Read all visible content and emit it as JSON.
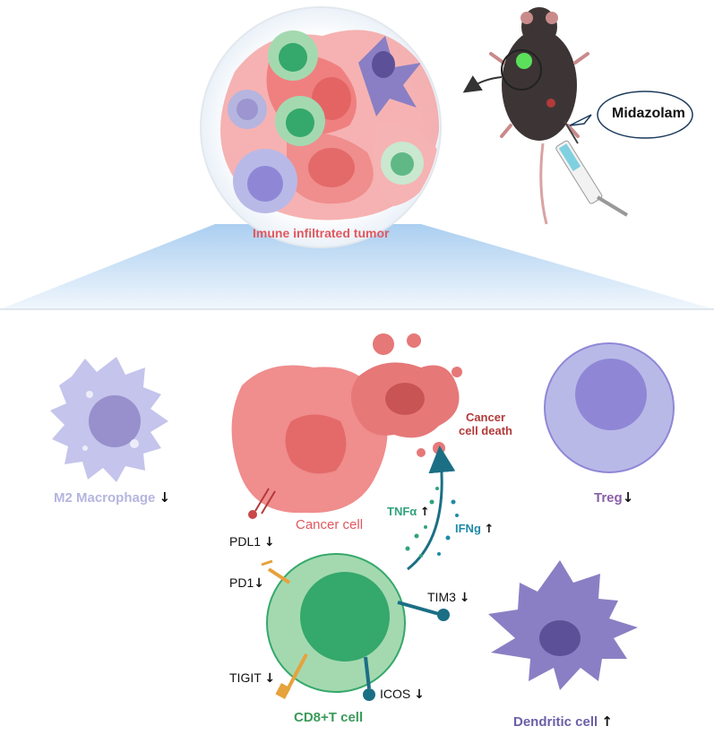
{
  "tumor_label": "Imune  infiltrated tumor",
  "drug_label": "Midazolam",
  "cells": {
    "m2": "M2 Macrophage",
    "treg": "Treg",
    "dendritic": "Dendritic cell",
    "cd8": "CD8+T cell",
    "cancer": "Cancer cell",
    "cancer_death_line1": "Cancer",
    "cancer_death_line2": "cell death"
  },
  "markers": {
    "pdl1": "PDL1",
    "pd1": "PD1",
    "tigit": "TIGIT",
    "icos": "ICOS",
    "tim3": "TIM3",
    "tnfa": "TNFα",
    "ifng": "IFNg"
  },
  "arrows": {
    "up": "↑",
    "down": "↓"
  },
  "colors": {
    "tumor_label": "#e0585f",
    "m2": "#b5b5e0",
    "treg": "#8a5fa8",
    "dendritic": "#6b5fa8",
    "cd8": "#3c9a5a",
    "cancer": "#e0585f",
    "cancer_death": "#b23a3a",
    "tnfa": "#2fa37a",
    "ifng": "#1f8aa8",
    "cancer_cell_fill": "#f08d8d",
    "cd8_outer": "#a4d9b0",
    "cd8_inner": "#35a86b",
    "treg_outer": "#b9b9e8",
    "treg_inner": "#8f87d6",
    "dendritic_fill": "#8a7fc4",
    "mouse_fill": "#3d3535"
  }
}
